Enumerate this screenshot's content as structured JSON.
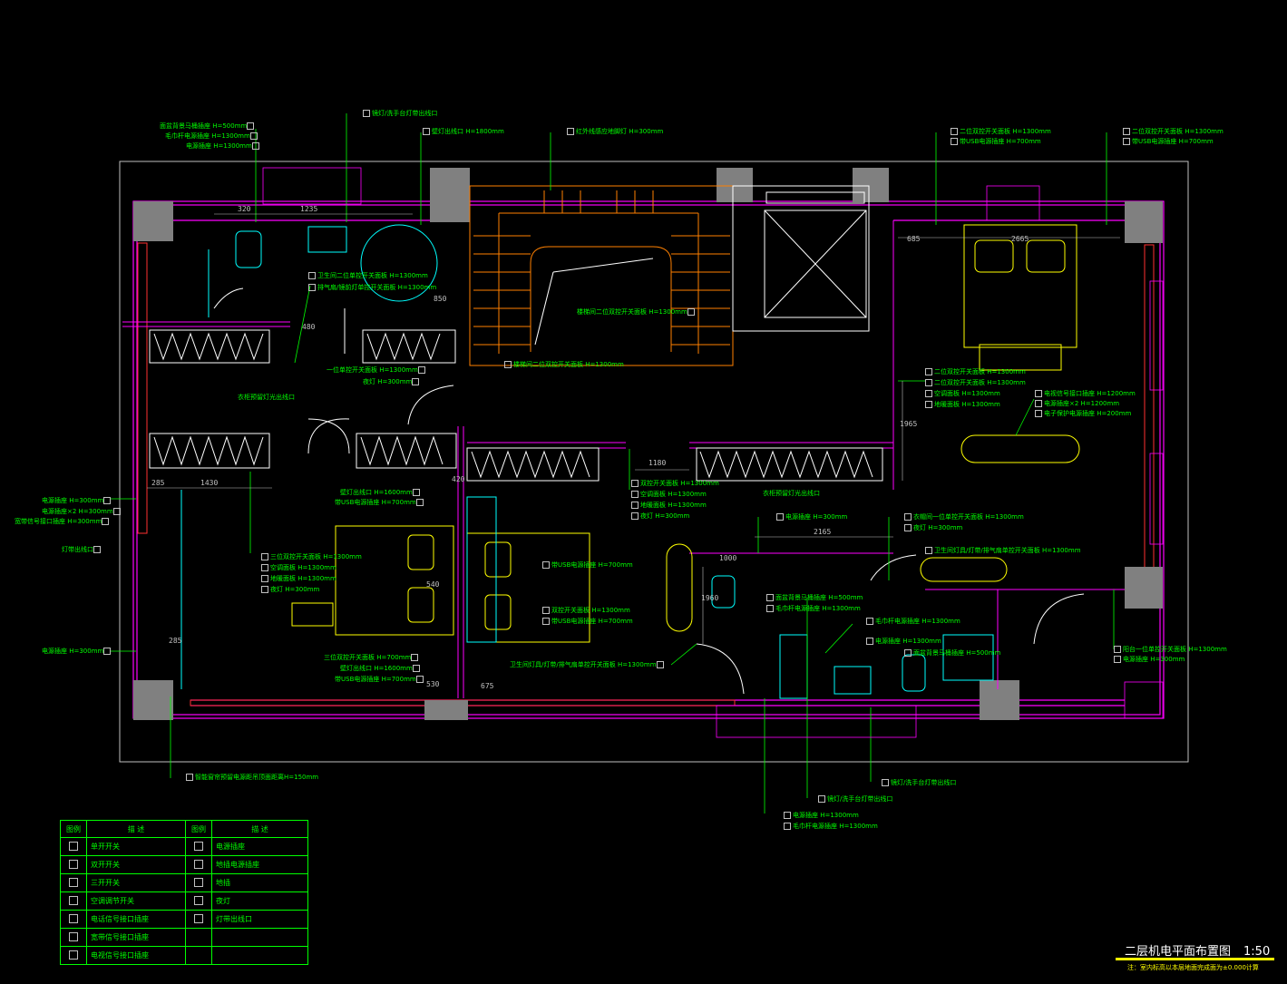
{
  "drawing": {
    "title": "二层机电平面布置图",
    "scale": "1:50",
    "note": "注：室内标高以本层地面完成面为±0.000计算"
  },
  "dimensions": [
    "320",
    "1235",
    "685",
    "2665",
    "1430",
    "285",
    "285",
    "1180",
    "2165",
    "1960",
    "1965",
    "420",
    "530",
    "540",
    "675",
    "480",
    "850",
    "1000"
  ],
  "labels": {
    "top_left_1": "面盆背景马桶插座 H=500mm",
    "top_left_2": "毛巾杆电源插座 H=1300mm",
    "top_left_3": "电源插座 H=1300mm",
    "mirror_light": "镜灯/洗手台灯带出线口",
    "ceiling_light": "壁灯出线口 H=1800mm",
    "ir_floor_light": "红外线感应地脚灯 H=300mm",
    "top_right_a1": "二位双控开关面板 H=1300mm",
    "top_right_a2": "带USB电源插座 H=700mm",
    "top_right_b1": "二位双控开关面板 H=1300mm",
    "top_right_b2": "带USB电源插座 H=700mm",
    "bath_switch_1": "卫生间二位单控开关面板 H=1300mm",
    "bath_switch_2": "排气扇/镜前灯单控开关面板 H=1300mm",
    "stair_switch": "楼梯间二位双控开关面板 H=1300mm",
    "stair_switch_2": "楼梯间二位双控开关面板 H=1300mm",
    "single_switch": "一位单控开关面板 H=1300mm",
    "night_light": "夜灯 H=300mm",
    "wardrobe_light": "衣柜预留灯光出线口",
    "right_1": "二位双控开关面板 H=1300mm",
    "right_2": "二位双控开关面板 H=1300mm",
    "right_3": "空调面板 H=1300mm",
    "right_4": "地暖面板 H=1300mm",
    "tv_1": "电视信号接口插座 H=1200mm",
    "tv_2": "电源插座×2 H=1200mm",
    "tv_3": "电子保护电源插座 H=200mm",
    "left_1": "电源插座 H=300mm",
    "left_2": "电源插座×2 H=300mm",
    "left_3": "宽带信号接口插座 H=300mm",
    "strip_light": "灯带出线口",
    "left_socket": "电源插座 H=300mm",
    "bed1_a": "壁灯出线口 H=1600mm",
    "bed1_b": "带USB电源插座 H=700mm",
    "bed1_c1": "三位双控开关面板 H=1300mm",
    "bed1_c2": "空调面板 H=1300mm",
    "bed1_c3": "地暖面板 H=1300mm",
    "bed1_c4": "夜灯 H=300mm",
    "bed1_d1": "三位双控开关面板 H=700mm",
    "bed1_d2": "壁灯出线口 H=1600mm",
    "bed1_d3": "带USB电源插座 H=700mm",
    "mid_1": "双控开关面板 H=1300mm",
    "mid_2": "空调面板 H=1300mm",
    "mid_3": "地暖面板 H=1300mm",
    "mid_4": "夜灯 H=300mm",
    "wardrobe_light_2": "衣柜预留灯光出线口",
    "bed2_a": "带USB电源插座 H=700mm",
    "bed2_b": "双控开关面板 H=1300mm",
    "bed2_c": "带USB电源插座 H=700mm",
    "bath2_switch": "卫生间灯具/灯带/排气扇单控开关面板 H=1300mm",
    "power_socket": "电源插座 H=300mm",
    "wardrobe_switch_1": "衣帽间一位单控开关面板 H=1300mm",
    "wardrobe_switch_2": "夜灯 H=300mm",
    "bath3_switch": "卫生间灯具/灯带/排气扇单控开关面板 H=1300mm",
    "toilet_socket": "面盆背景马桶插座 H=500mm",
    "towel_socket": "毛巾杆电源插座 H=1300mm",
    "towel_socket_2": "毛巾杆电源插座 H=1300mm",
    "power_socket_2": "电源插座 H=1300mm",
    "toilet_socket_2": "面盆背景马桶插座 H=500mm",
    "balcony_1": "阳台一位单控开关面板 H=1300mm",
    "balcony_2": "电源插座 H=300mm",
    "mirror_light_2": "镜灯/洗手台灯带出线口",
    "mirror_light_3": "镜灯/洗手台灯带出线口",
    "bottom_socket_1": "电源插座 H=1300mm",
    "bottom_socket_2": "毛巾杆电源插座 H=1300mm",
    "curtain": "智能窗帘预留电源距吊顶面距离H=150mm"
  },
  "legend": {
    "header": [
      "图例",
      "描 述",
      "图例",
      "描 述"
    ],
    "rows": [
      [
        "单开开关",
        "电源插座"
      ],
      [
        "双开开关",
        "地插电源插座"
      ],
      [
        "三开开关",
        "地插"
      ],
      [
        "空调调节开关",
        "夜灯"
      ],
      [
        "电话信号接口插座",
        "灯带出线口"
      ],
      [
        "宽带信号接口插座",
        ""
      ],
      [
        "电视信号接口插座",
        ""
      ]
    ]
  },
  "colors": {
    "background": "#000000",
    "label": "#00ff00",
    "wall": "#ff00ff",
    "column": "#808080",
    "stair": "#ff8000",
    "furniture": "#ffff00",
    "bath": "#00ffff",
    "wardrobe": "#ffffff"
  }
}
